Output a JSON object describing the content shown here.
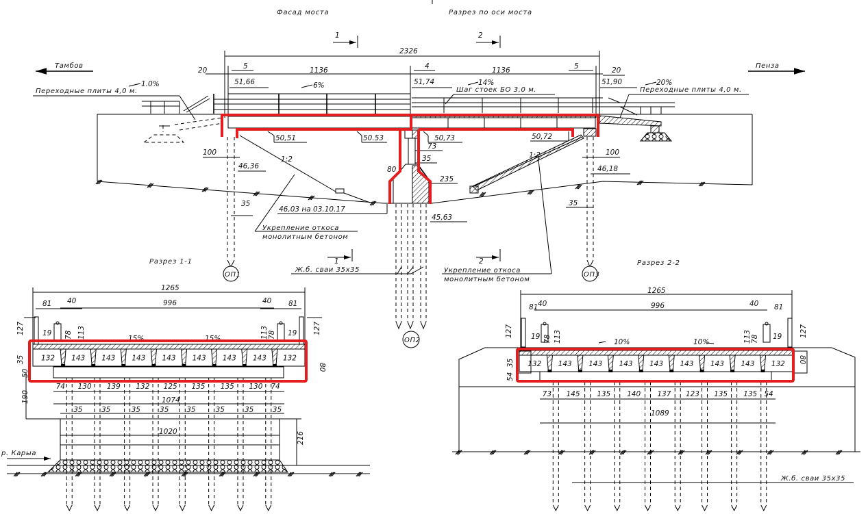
{
  "titles": {
    "facade": "Фасад моста",
    "axis_section": "Разрез по оси моста",
    "section_1": "Разрез 1-1",
    "section_2": "Разрез 2-2"
  },
  "directions": {
    "left": "Тамбов",
    "right": "Пенза",
    "river": "р. Карыа"
  },
  "section_marks": {
    "mark1": "1",
    "mark2": "2",
    "mark1b": "1",
    "mark2b": "2"
  },
  "facade_dims": {
    "total": "2326",
    "left_end": "20",
    "left_gap": "5",
    "span_left": "1136",
    "mid_gap": "4",
    "span_right": "1136",
    "right_gap": "5",
    "right_end": "20",
    "elev_left_top": "51,66",
    "elev_mid_top": "51,74",
    "elev_right_top": "51,90",
    "slope_left_approach": "1.0%",
    "slope_left_span": "6%",
    "slope_right_span": "14%",
    "slope_right_approach": "20%",
    "elev_b1": "50,51",
    "elev_b2": "50.53",
    "elev_b3": "50,73",
    "elev_b4": "50,72",
    "pier_73": "73",
    "pier_35": "35",
    "pier_80": "80",
    "pier_235": "235",
    "left_100": "100",
    "right_100": "100",
    "elev_left_pile": "46,36",
    "elev_right_pile": "46,18",
    "left_35": "35",
    "right_35": "35",
    "water_level": "46,03 на 03.10.17",
    "elev_pier_base": "45,63",
    "slope_ratio_left": "1:2",
    "slope_ratio_right": "1:2"
  },
  "notes": {
    "approach_slabs_left": "Переходные плиты 4,0 м.",
    "approach_slabs_right": "Переходные плиты 4,0 м.",
    "post_spacing": "Шаг стоек БО 3,0 м.",
    "slope_reinforcement_l1": "Укрепление откоса",
    "slope_reinforcement_l2": "монолитным бетоном",
    "slope_reinforcement2_l1": "Укрепление откоса",
    "slope_reinforcement2_l2": "монолитным бетоном",
    "piles": "Ж.б. сваи 35х35",
    "piles2": "Ж.б. сваи 35х35"
  },
  "supports": {
    "op1": "ОП1",
    "op2": "ОП2",
    "op3": "ОП3"
  },
  "section1": {
    "total": "1265",
    "width_inner": "996",
    "left_81": "81",
    "left_40": "40",
    "right_40": "40",
    "right_81": "81",
    "h127_left": "127",
    "h127_right": "127",
    "h19_left": "19",
    "h19_right": "19",
    "h78_left": "78",
    "h113_left": "113",
    "h113_right": "113",
    "h78_right": "78",
    "slope_left": "15%",
    "slope_right": "15%",
    "h35": "35",
    "h50": "50",
    "h80": "80",
    "h190": "190",
    "h216": "216",
    "beams": [
      "132",
      "143",
      "143",
      "143",
      "143",
      "143",
      "143",
      "143",
      "132"
    ],
    "piles_spacing": [
      "74",
      "130",
      "139",
      "132",
      "125",
      "135",
      "135",
      "130",
      "74"
    ],
    "pile_total": "1074",
    "pile_sizes": [
      "35",
      "35",
      "35",
      "35",
      "35",
      "35",
      "35",
      "35"
    ],
    "foot_width": "1020"
  },
  "section2": {
    "total": "1265",
    "width_inner": "996",
    "left_81": "81",
    "left_40": "40",
    "right_40": "40",
    "right_81": "81",
    "h127_left": "127",
    "h127_right": "127",
    "h19_left": "19",
    "h19_right": "19",
    "h78_left": "78",
    "h113_left": "113",
    "h113_right": "113",
    "h78_right": "78",
    "slope_left": "10%",
    "slope_right": "10%",
    "h35": "35",
    "h54": "54",
    "h80": "80",
    "beams": [
      "132",
      "143",
      "143",
      "143",
      "143",
      "143",
      "143",
      "143",
      "132"
    ],
    "piles_spacing": [
      "73",
      "145",
      "135",
      "140",
      "137",
      "123",
      "135",
      "135",
      "54"
    ],
    "pile_total": "1089"
  },
  "highlight_color": "#e41e1e"
}
